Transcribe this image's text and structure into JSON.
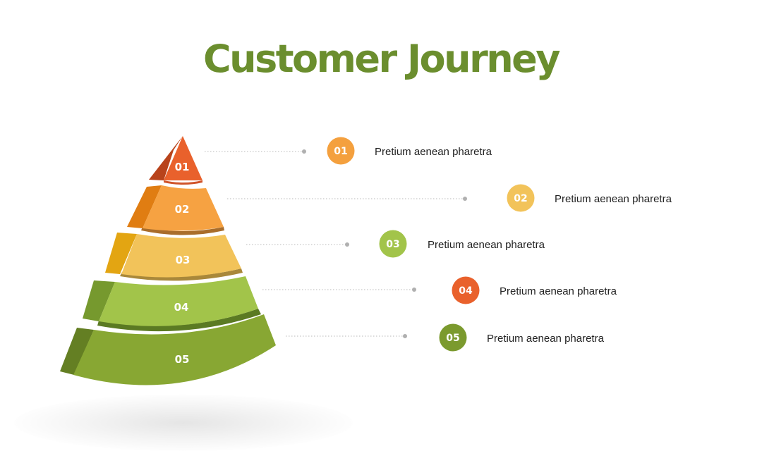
{
  "title": "Customer Journey",
  "tiers": [
    {
      "number": "01",
      "color_front": "#e9612c",
      "color_side": "#b8431b",
      "color_back": "#d0542a"
    },
    {
      "number": "02",
      "color_front": "#f6a242",
      "color_side": "#e07d12",
      "color_back": "#a96d2b"
    },
    {
      "number": "03",
      "color_front": "#f2c35a",
      "color_side": "#e3a512",
      "color_back": "#a9883a"
    },
    {
      "number": "04",
      "color_front": "#a2c44a",
      "color_side": "#76992e",
      "color_back": "#5b7a23"
    },
    {
      "number": "05",
      "color_front": "#88a733",
      "color_side": "#647f23",
      "color_back": "#4a6419"
    }
  ],
  "items": [
    {
      "number": "01",
      "label": "Pretium aenean pharetra",
      "color": "#f4a03e"
    },
    {
      "number": "02",
      "label": "Pretium aenean pharetra",
      "color": "#f2c35a"
    },
    {
      "number": "03",
      "label": "Pretium aenean pharetra",
      "color": "#a2c44a"
    },
    {
      "number": "04",
      "label": "Pretium aenean pharetra",
      "color": "#e9612c"
    },
    {
      "number": "05",
      "label": "Pretium aenean pharetra",
      "color": "#7b9a2e"
    }
  ]
}
